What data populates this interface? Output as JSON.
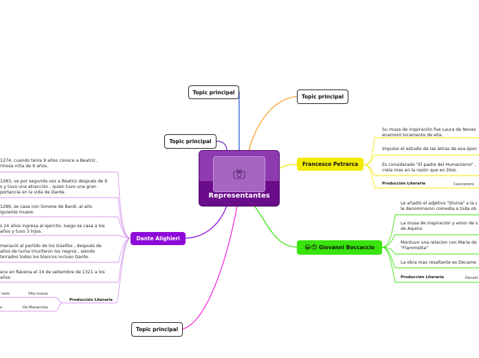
{
  "central": {
    "title": "Representantes",
    "image_icon": "camera-icon"
  },
  "topics": {
    "t1": "Topic principal",
    "t2": "Topic principal",
    "t3": "Topic principal",
    "t4": "Topic principal"
  },
  "petrarca": {
    "label": "Francesco Petrarca",
    "items": [
      [
        "Su musa de inspiración fue Laura de Noves",
        "enamoró locamente de ella."
      ],
      [
        "Impulso el estudio de las letras de esa époc"
      ],
      [
        "Es considerado \"El padre del Humanismo\" ,",
        "creía mas en la razón que en Dios."
      ]
    ],
    "prod_label": "Producción Literaria",
    "prod_value": "Cancionero"
  },
  "boccaccio": {
    "label": "Giovanni Boccaccio",
    "emoji": "😀😍",
    "items": [
      [
        "Le añadió el adjetivo \"Divina\" a la c",
        "le denominaron comedia a toda ob"
      ],
      [
        "La musa de inspiración y amor de s",
        "de Aquino"
      ],
      [
        "Mantuvo una relacion con María de",
        "\"Flammetta\""
      ],
      [
        "La obra mas resaltante es Decame"
      ]
    ],
    "prod_label": "Producción Literaria",
    "prod_value": "Decam"
  },
  "dante": {
    "label": "Dante Alighieri",
    "items": [
      [
        "1274, cuando tenía 9 años conoce a Beatriz ,",
        "rmosa niña de 9 años."
      ],
      [
        "1283, ve por segunda vez a Beatriz después de 9",
        "s y tuvo una atracción , quien tuvo una gran",
        "portancia en la vida de Dante."
      ],
      [
        "1289, se casa con Simone de Bardi, al año",
        "iguiente muere."
      ],
      [
        "s 24 años ingresa al ejercito, luego se casa a los",
        "años y tuvo 3 hijos."
      ],
      [
        "manació al partido de los Güelfos , después de",
        " años de lucha triunfaron los negros , siendo",
        "terrados todos los blancos incluso Dante."
      ],
      [
        "ece en Rávena el 14 de setiembre de 1321 a los",
        "años"
      ]
    ],
    "prod_label": "Producción Literaria",
    "prod_values": [
      "nero",
      "Vita nueva",
      "o",
      "De Monarchia"
    ]
  },
  "colors": {
    "petrarca": "#f2ea00",
    "boccaccio": "#39e30d",
    "dante": "#8e0ad8",
    "orange": "#f4a32b",
    "blue": "#2a5bd7",
    "pink": "#f12bd6",
    "purple_line": "#6a2bd0",
    "center": "#6a0d8a"
  }
}
